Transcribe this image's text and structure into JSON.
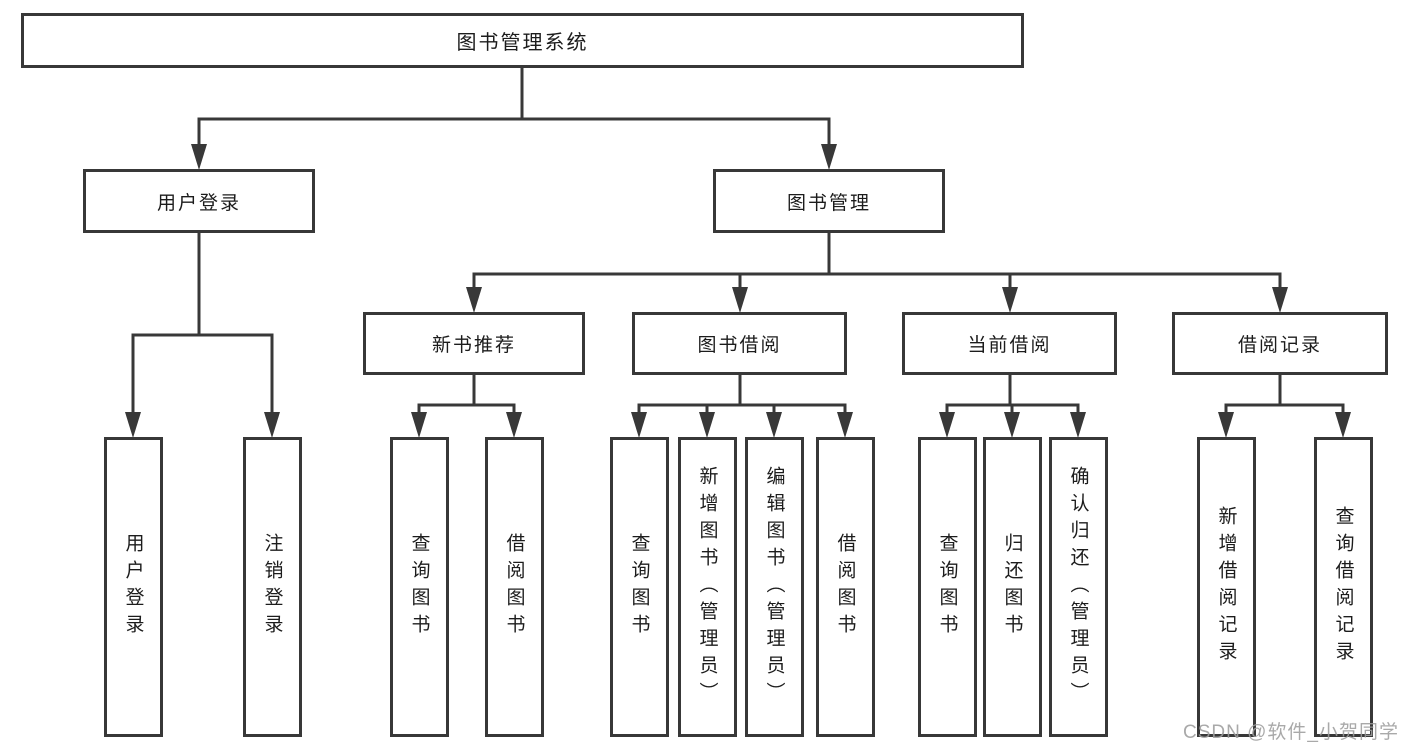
{
  "tree": {
    "label": "图书管理系统",
    "children": [
      {
        "label": "用户登录",
        "children": [
          {
            "label": "用户登录"
          },
          {
            "label": "注销登录"
          }
        ]
      },
      {
        "label": "图书管理",
        "children": [
          {
            "label": "新书推荐",
            "children": [
              {
                "label": "查询图书"
              },
              {
                "label": "借阅图书"
              }
            ]
          },
          {
            "label": "图书借阅",
            "children": [
              {
                "label": "查询图书"
              },
              {
                "label": "新增图书（管理员）"
              },
              {
                "label": "编辑图书（管理员）"
              },
              {
                "label": "借阅图书"
              }
            ]
          },
          {
            "label": "当前借阅",
            "children": [
              {
                "label": "查询图书"
              },
              {
                "label": "归还图书"
              },
              {
                "label": "确认归还（管理员）"
              }
            ]
          },
          {
            "label": "借阅记录",
            "children": [
              {
                "label": "新增借阅记录"
              },
              {
                "label": "查询借阅记录"
              }
            ]
          }
        ]
      }
    ]
  },
  "watermark": {
    "text": "CSDN @软件_小贺同学"
  },
  "colors": {
    "line": "#383838",
    "text": "#1c1c1c",
    "watermark": "#9e9e9e",
    "background": "#ffffff"
  }
}
